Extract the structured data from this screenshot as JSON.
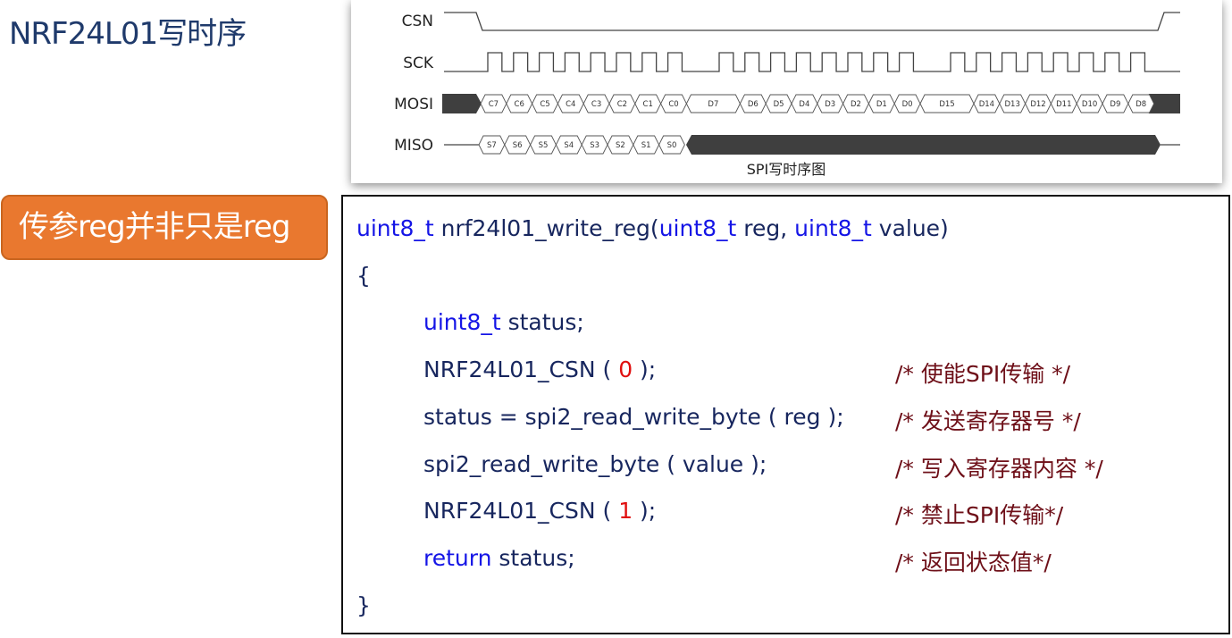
{
  "slide": {
    "title": "NRF24L01写时序",
    "note": "传参reg并非只是reg"
  },
  "timing": {
    "caption": "SPI写时序图",
    "signals": [
      "CSN",
      "SCK",
      "MOSI",
      "MISO"
    ],
    "mosi_labels": [
      "C7",
      "C6",
      "C5",
      "C4",
      "C3",
      "C2",
      "C1",
      "C0",
      "D7",
      "D6",
      "D5",
      "D4",
      "D3",
      "D2",
      "D1",
      "D0",
      "D15",
      "D14",
      "D13",
      "D12",
      "D11",
      "D10",
      "D9",
      "D8"
    ],
    "miso_labels": [
      "S7",
      "S6",
      "S5",
      "S4",
      "S3",
      "S2",
      "S1",
      "S0"
    ]
  },
  "code": {
    "l1_type1": "uint8_t",
    "l1_name": " nrf24l01_write_reg(",
    "l1_type2": "uint8_t",
    "l1_reg": " reg, ",
    "l1_type3": "uint8_t",
    "l1_val": " value)",
    "open_brace": "{",
    "l3_type": "uint8_t",
    "l3_rest": " status;",
    "l4_a": "NRF24L01_CSN ( ",
    "l4_num": "0",
    "l4_b": " );",
    "l4_cmt": "/* 使能SPI传输 */",
    "l5_code": "status = spi2_read_write_byte ( reg );",
    "l5_cmt": "/* 发送寄存器号 */",
    "l6_code": "spi2_read_write_byte ( value );",
    "l6_cmt": "/* 写入寄存器内容 */",
    "l7_a": "NRF24L01_CSN ( ",
    "l7_num": "1",
    "l7_b": " );",
    "l7_cmt": "/* 禁止SPI传输*/",
    "l8_kw": "return",
    "l8_rest": " status;",
    "l8_cmt": "/* 返回状态值*/",
    "close_brace": "}"
  }
}
